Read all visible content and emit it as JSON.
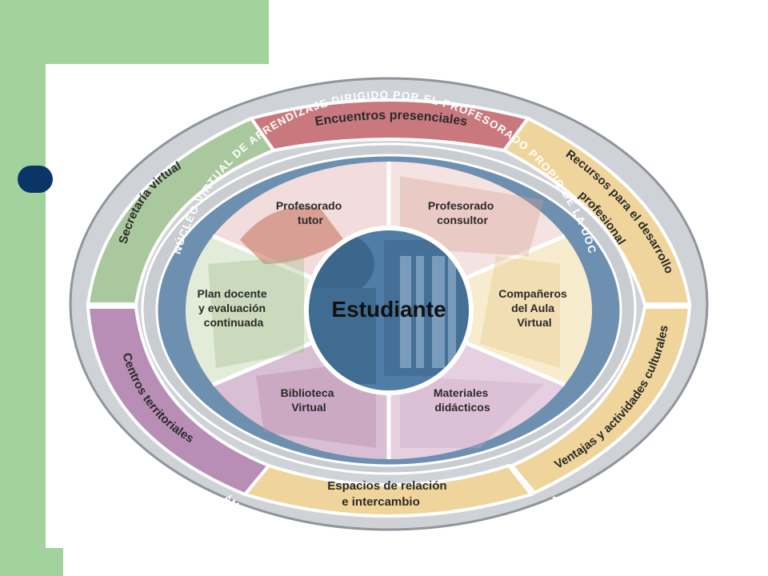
{
  "outer_ring": {
    "top": "Encuentros presenciales",
    "right_top": [
      "Recursos para el desarrollo",
      "profesional"
    ],
    "right_bottom": "Ventajas y actividades culturales",
    "bottom": [
      "Espacios de relación",
      "e intercambio"
    ],
    "left_bottom": "Centros territoriales",
    "left_top": "Secretaría virtual",
    "band_text": "ÁMBITO DE INTERRELACIÓN, SERVICIOS Y VIDA UNIVERSITARIA"
  },
  "inner_ring_text": "NÚCLEO VIRTUAL DE APRENDIZAJE DIRIGIDO POR EL PROFESORADO PROPIO DE LA UOC",
  "segments": {
    "profesorado_tutor": [
      "Profesorado",
      "tutor"
    ],
    "profesorado_consultor": [
      "Profesorado",
      "consultor"
    ],
    "companeros": [
      "Compañeros",
      "del Aula",
      "Virtual"
    ],
    "materiales": [
      "Materiales",
      "didácticos"
    ],
    "biblioteca": [
      "Biblioteca",
      "Virtual"
    ],
    "plan_docente": [
      "Plan docente",
      "y evaluación",
      "continuada"
    ]
  },
  "center": "Estudiante",
  "colors": {
    "slide_green": "#a3d39c",
    "bullet_blue": "#0a3566",
    "ring_grey": "#cfd2d6",
    "inner_blue": "#6d8fb0",
    "center_blue": "#4f7da5",
    "encuentros": "#c9797e",
    "recursos": "#efd59b",
    "secretaria": "#a9c89d",
    "centros": "#b88eb7"
  }
}
